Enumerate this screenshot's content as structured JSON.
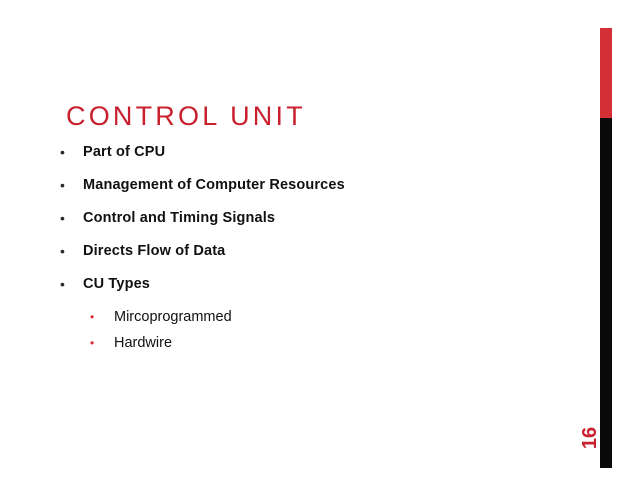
{
  "slide": {
    "title": "CONTROL UNIT",
    "page_number": "16",
    "colors": {
      "accent_red": "#C8202D",
      "bar_red": "#D32F34",
      "bar_black": "#0a0a0a",
      "body_text": "#111111",
      "background": "#ffffff"
    },
    "bullets": [
      {
        "marker": "•",
        "text": "Part of CPU"
      },
      {
        "marker": "•",
        "text": "Management of Computer Resources"
      },
      {
        "marker": "•",
        "text": "Control and Timing Signals"
      },
      {
        "marker": "•",
        "text": "Directs Flow of Data"
      },
      {
        "marker": "•",
        "text": "CU Types"
      }
    ],
    "sub_bullets": [
      {
        "marker": "•",
        "text": "Mircoprogrammed"
      },
      {
        "marker": "•",
        "text": "Hardwire"
      }
    ]
  }
}
